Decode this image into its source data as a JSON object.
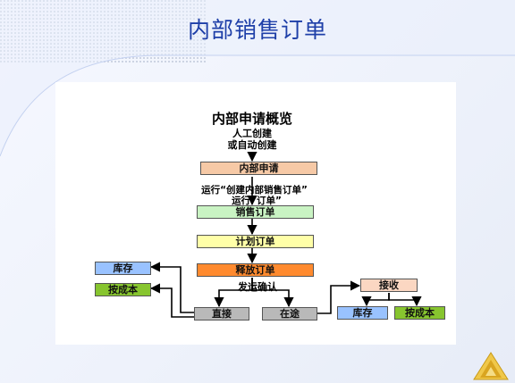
{
  "slide": {
    "title": "内部销售订单"
  },
  "diagram": {
    "title": "内部申请概览",
    "note_manual": "人工创建",
    "note_auto": "或自动创建",
    "note_run_create": "运行“创建内部销售订单”",
    "note_run_order": "运行“订单”",
    "note_ship_confirm": "发运确认",
    "boxes": {
      "internal_request": "内部申请",
      "sales_order": "销售订单",
      "planned_order": "计划订单",
      "release_order": "释放订单",
      "direct": "直接",
      "in_transit": "在途",
      "receive": "接收",
      "inventory_left": "库存",
      "cost_left": "按成本",
      "inventory_right": "库存",
      "cost_right": "按成本"
    },
    "colors": {
      "internal_request": "#f6c9a6",
      "sales_order": "#c9f3c3",
      "planned_order": "#ffffa8",
      "release_order": "#ff8a2e",
      "inventory": "#99c2ff",
      "cost": "#87c52f",
      "gray": "#b9b9b9",
      "receive": "#fbd7c2"
    }
  }
}
